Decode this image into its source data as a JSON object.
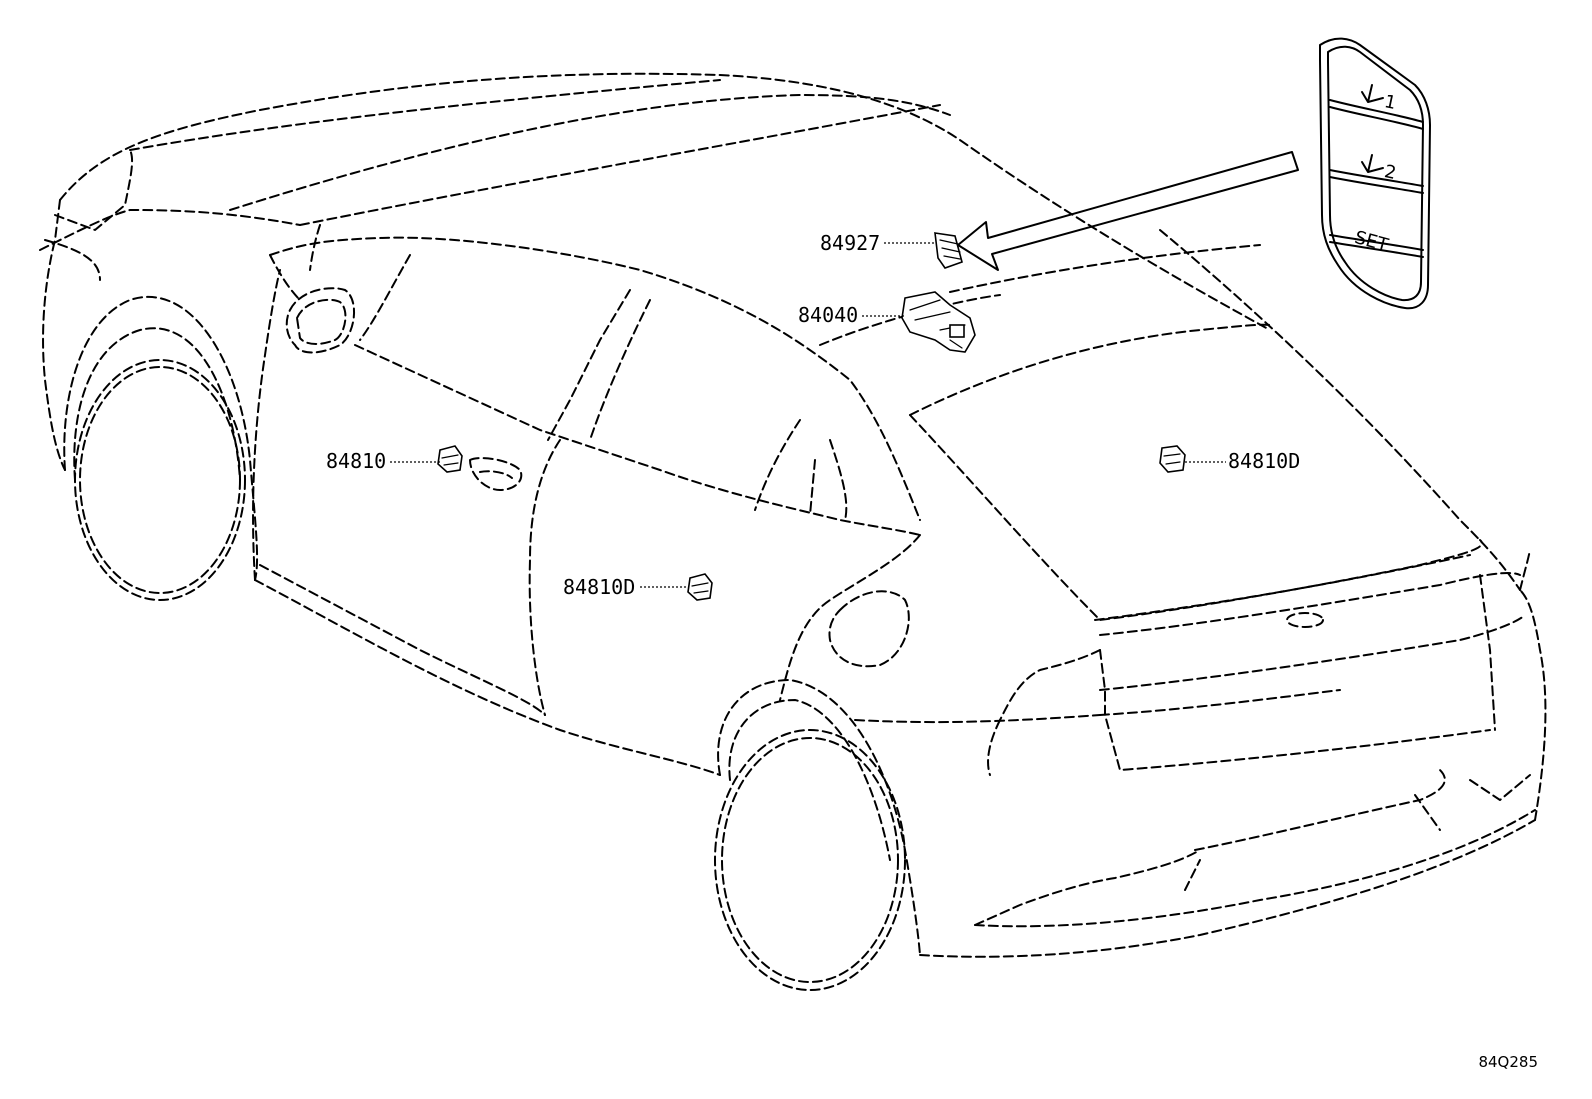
{
  "callouts": [
    {
      "id": "label-84927",
      "text": "84927"
    },
    {
      "id": "label-84040",
      "text": "84040"
    },
    {
      "id": "label-84810",
      "text": "84810"
    },
    {
      "id": "label-84810d-rear",
      "text": "84810D"
    },
    {
      "id": "label-84810d-door",
      "text": "84810D"
    }
  ],
  "switch_panel": {
    "button1": "1",
    "button2": "2",
    "set": "SET"
  },
  "diagram_code": "84Q285"
}
